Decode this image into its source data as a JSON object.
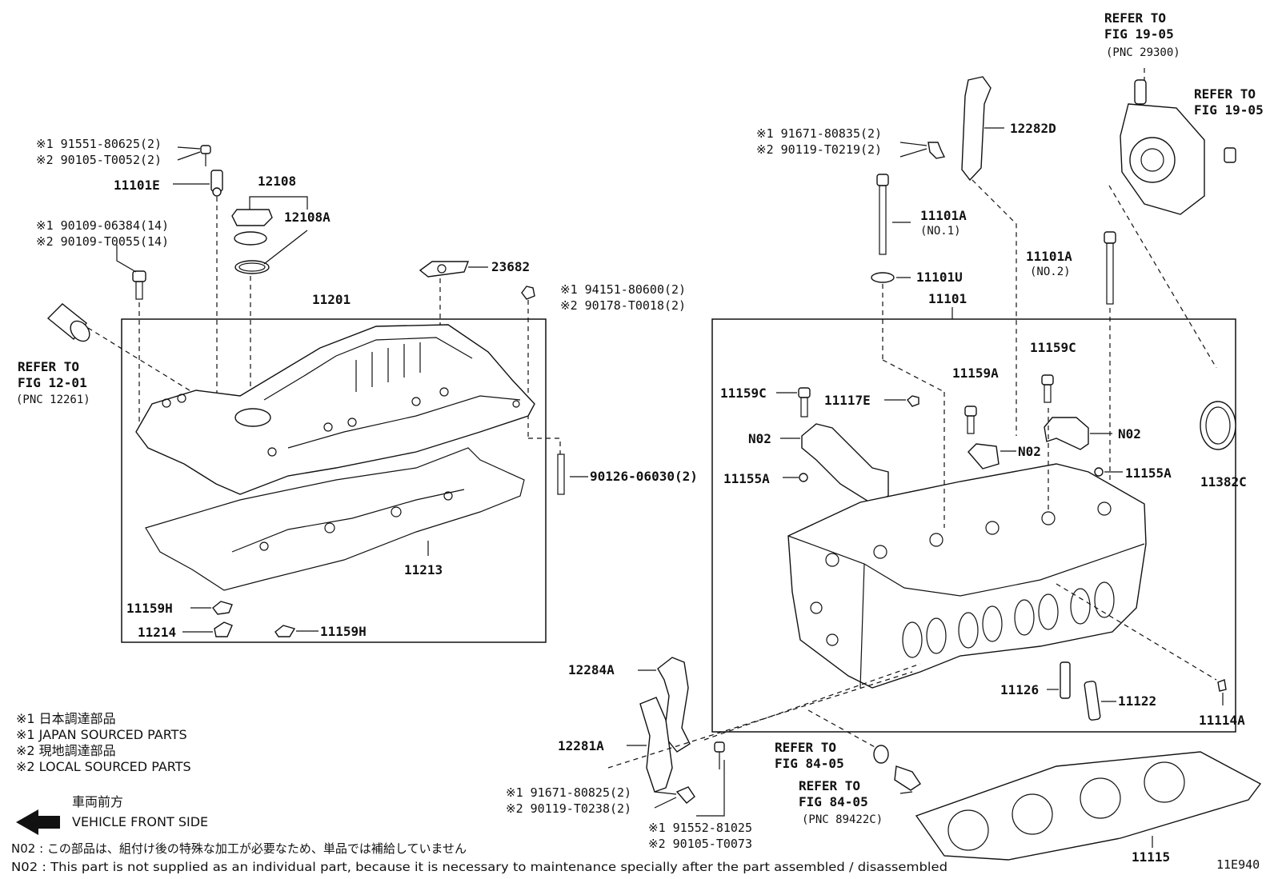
{
  "figure_id": "11E940",
  "left_group": {
    "sensor_bolt_j": "※1 91551-80625(2)",
    "sensor_bolt_l": "※2 90105-T0052(2)",
    "sensor": "11101E",
    "cap_group": "12108",
    "cap_gasket": "12108A",
    "cover_bolt_j": "※1 90109-06384(14)",
    "cover_bolt_l": "※2 90109-T0055(14)",
    "pcv": "23682",
    "nut_j": "※1 94151-80600(2)",
    "nut_l": "※2 90178-T0018(2)",
    "cover": "11201",
    "refer_a1": "REFER TO",
    "refer_a2": "FIG 12-01",
    "refer_a3": "(PNC 12261)",
    "stud": "90126-06030(2)",
    "gasket": "11213",
    "seal_h1": "11159H",
    "seal_214": "11214",
    "seal_h2": "11159H"
  },
  "right_group": {
    "refer_b1": "REFER TO",
    "refer_b2": "FIG 19-05",
    "refer_b3": "(PNC 29300)",
    "refer_c1": "REFER TO",
    "refer_c2": "FIG 19-05",
    "hanger_bolt_j": "※1 91671-80835(2)",
    "hanger_bolt_l": "※2 90119-T0219(2)",
    "hanger_d": "12282D",
    "bolt_no1": "11101A",
    "bolt_no1_sub": "(NO.1)",
    "bolt_no2": "11101A",
    "bolt_no2_sub": "(NO.2)",
    "washer": "11101U",
    "head": "11101",
    "c_left": "11159C",
    "e_plug": "11117E",
    "a_bolt": "11159A",
    "c_right": "11159C",
    "n02_left": "N02",
    "n02_mid": "N02",
    "n02_right": "N02",
    "pin_left": "11155A",
    "pin_right": "11155A",
    "oil_seal": "11382C",
    "pin_126": "11126",
    "pin_122": "11122",
    "plug_114": "11114A"
  },
  "bottom_group": {
    "hanger_284": "12284A",
    "hanger_281": "12281A",
    "bolt_a_j": "※1 91671-80825(2)",
    "bolt_a_l": "※2 90119-T0238(2)",
    "bolt_b_j": "※1 91552-81025",
    "bolt_b_l": "※2 90105-T0073",
    "refer_d1": "REFER TO",
    "refer_d2": "FIG 84-05",
    "refer_e1": "REFER TO",
    "refer_e2": "FIG 84-05",
    "refer_e3": "(PNC 89422C)",
    "head_gasket": "11115"
  },
  "legend": {
    "l1": "※1  日本調達部品",
    "l2": "※1  JAPAN SOURCED PARTS",
    "l3": "※2  現地調達部品",
    "l4": "※2  LOCAL SOURCED PARTS",
    "front_jp": "車両前方",
    "front_en": "VEHICLE FRONT SIDE"
  },
  "footer": {
    "note_jp": "N02 : この部品は、組付け後の特殊な加工が必要なため、単品では補給していません",
    "note_en": "N02 : This part is not supplied as an individual part, because it is necessary to maintenance specially after the part assembled / disassembled"
  }
}
